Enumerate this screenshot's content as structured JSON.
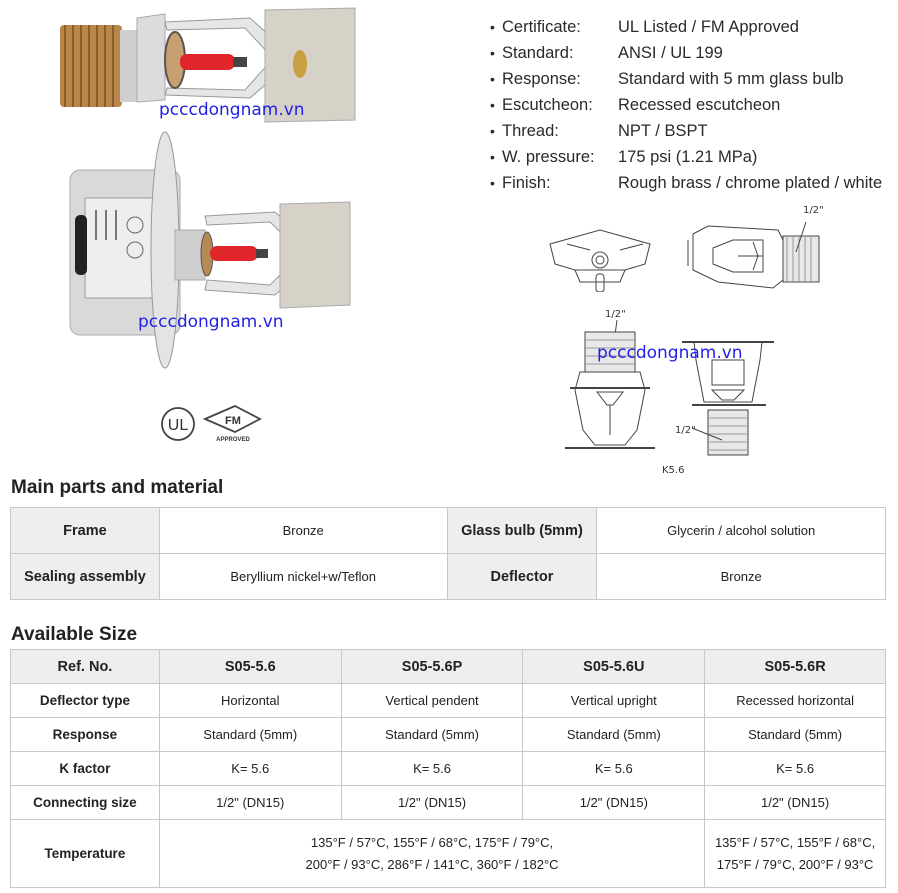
{
  "watermark": "pcccdongnam.vn",
  "photos": {
    "top": {
      "label": "Sprinkler head - horizontal view",
      "colors": {
        "thread": "#b8864a",
        "bulb": "#e0262b",
        "chrome": "#d8d8d8"
      }
    },
    "bottom": {
      "label": "Recessed horizontal sprinkler with escutcheon"
    },
    "certs": {
      "ul": "UL",
      "fm": "FM",
      "fm_sub": "APPROVED"
    }
  },
  "specs": [
    {
      "bullet": "•",
      "key": "Certificate:",
      "value": "UL Listed / FM Approved"
    },
    {
      "bullet": "•",
      "key": "Standard:",
      "value": "ANSI / UL 199"
    },
    {
      "bullet": "•",
      "key": "Response:",
      "value": "Standard with 5 mm glass bulb"
    },
    {
      "bullet": "•",
      "key": "Escutcheon:",
      "value": "Recessed escutcheon"
    },
    {
      "bullet": "•",
      "key": "Thread:",
      "value": "NPT / BSPT"
    },
    {
      "bullet": "•",
      "key": "W. pressure:",
      "value": "175 psi (1.21 MPa)"
    },
    {
      "bullet": "•",
      "key": "Finish:",
      "value": "Rough brass / chrome plated / white"
    }
  ],
  "drawings": {
    "size_label": "1/2\"",
    "k_label": "K5.6"
  },
  "main_parts": {
    "title": "Main parts and material",
    "rows": [
      {
        "h1": "Frame",
        "v1": "Bronze",
        "h2": "Glass bulb (5mm)",
        "v2": "Glycerin / alcohol solution"
      },
      {
        "h1": "Sealing assembly",
        "v1": "Beryllium nickel+w/Teflon",
        "h2": "Deflector",
        "v2": "Bronze"
      }
    ]
  },
  "available_size": {
    "title": "Available Size",
    "headers": [
      "Ref. No.",
      "S05-5.6",
      "S05-5.6P",
      "S05-5.6U",
      "S05-5.6R"
    ],
    "rows": [
      {
        "label": "Deflector type",
        "cells": [
          "Horizontal",
          "Vertical pendent",
          "Vertical upright",
          "Recessed horizontal"
        ]
      },
      {
        "label": "Response",
        "cells": [
          "Standard (5mm)",
          "Standard (5mm)",
          "Standard (5mm)",
          "Standard (5mm)"
        ]
      },
      {
        "label": "K factor",
        "cells": [
          "K= 5.6",
          "K= 5.6",
          "K= 5.6",
          "K= 5.6"
        ]
      },
      {
        "label": "Connecting size",
        "cells": [
          "1/2\" (DN15)",
          "1/2\" (DN15)",
          "1/2\" (DN15)",
          "1/2\" (DN15)"
        ]
      }
    ],
    "temperature": {
      "label": "Temperature",
      "merged": [
        "135°F / 57°C, 155°F / 68°C, 175°F / 79°C,",
        "200°F / 93°C, 286°F / 141°C, 360°F / 182°C"
      ],
      "recessed": [
        "135°F / 57°C, 155°F / 68°C,",
        "175°F / 79°C, 200°F / 93°C"
      ]
    }
  }
}
